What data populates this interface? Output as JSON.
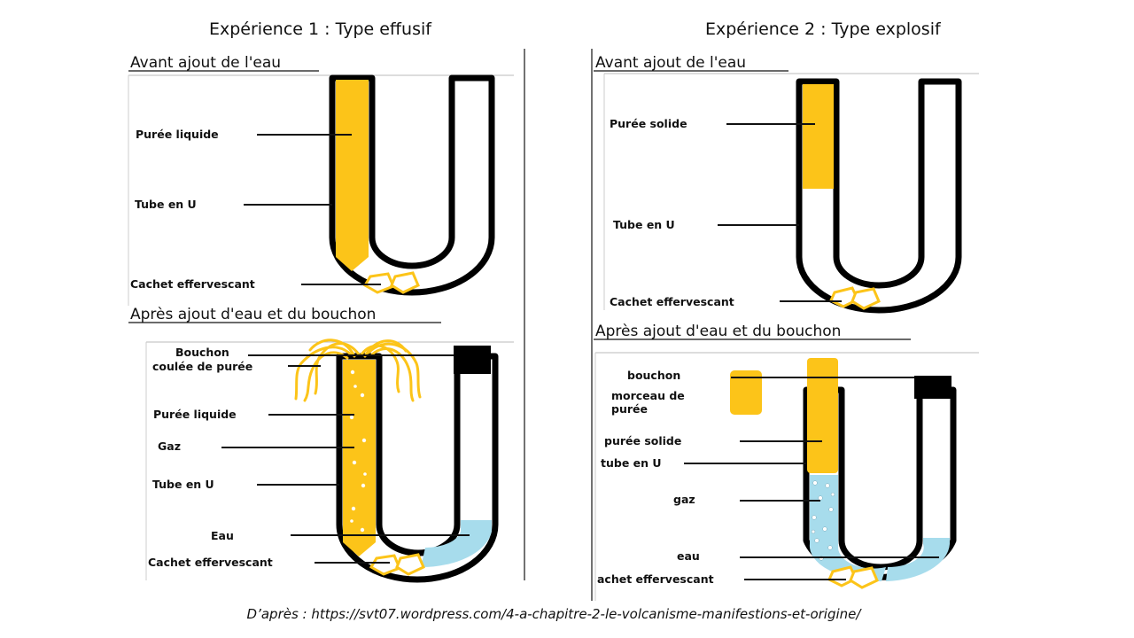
{
  "exp1": {
    "title": "Expérience 1 : Type effusif",
    "before": {
      "section": "Avant ajout de l'eau",
      "labels": [
        "Purée liquide",
        "Tube en U",
        "Cachet effervescant"
      ]
    },
    "after": {
      "section": "Après ajout d'eau et du bouchon",
      "labels": [
        "Bouchon",
        "coulée de purée",
        "Purée liquide",
        "Gaz",
        "Tube en U",
        "Eau",
        "Cachet effervescant"
      ]
    }
  },
  "exp2": {
    "title": "Expérience 2 : Type explosif",
    "before": {
      "section": "Avant ajout de l'eau",
      "labels": [
        "Purée solide",
        "Tube en U",
        "Cachet effervescant"
      ]
    },
    "after": {
      "section": "Après ajout d'eau et du bouchon",
      "labels": [
        "bouchon",
        "morceau de",
        "purée",
        "purée solide",
        "tube en U",
        "gaz",
        "eau",
        "achet effervescant"
      ]
    }
  },
  "source": "D’après  : https://svt07.wordpress.com/4-a-chapitre-2-le-volcanisme-manifestions-et-origine/",
  "colors": {
    "puree": "#fcc419",
    "water": "#a7dcec",
    "tube": "#000000"
  }
}
